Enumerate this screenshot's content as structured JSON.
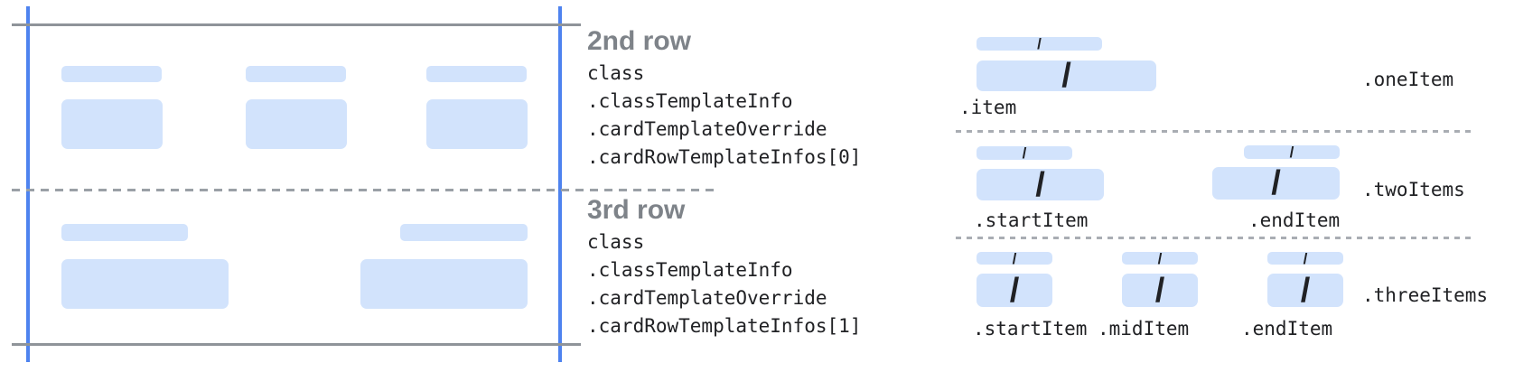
{
  "glyphs": {
    "slash": "/"
  },
  "colors": {
    "bar_fill": "#d2e3fc",
    "guide_blue": "#4e83ef",
    "guide_gray": "#8f9499",
    "dash_gray": "#9aa0a6",
    "dotted_gray": "#a9adb3",
    "heading_gray": "#7e8389",
    "code_text": "#202124"
  },
  "annotations": [
    {
      "title": "2nd row",
      "code_lines": [
        "class",
        ".classTemplateInfo",
        ".cardTemplateOverride",
        ".cardRowTemplateInfos[0]"
      ]
    },
    {
      "title": "3rd row",
      "code_lines": [
        "class",
        ".classTemplateInfo",
        ".cardTemplateOverride",
        ".cardRowTemplateInfos[1]"
      ]
    }
  ],
  "layouts": [
    {
      "label": ".oneItem",
      "item_labels": [
        ".item"
      ]
    },
    {
      "label": ".twoItems",
      "item_labels": [
        ".startItem",
        ".endItem"
      ]
    },
    {
      "label": ".threeItems",
      "item_labels": [
        ".startItem",
        ".midItem",
        ".endItem"
      ]
    }
  ]
}
